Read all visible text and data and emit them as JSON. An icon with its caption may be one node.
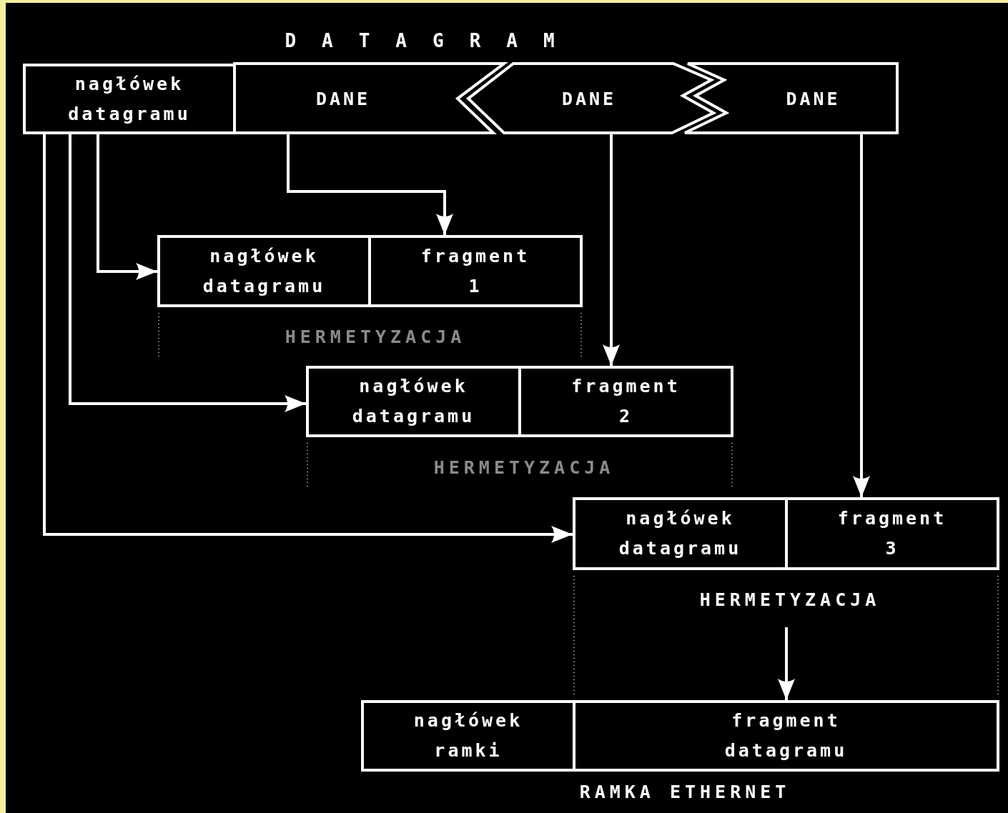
{
  "diagram": {
    "title": "DATAGRAM",
    "nodes": [
      {
        "text": [
          "nagłówek datagramu"
        ]
      },
      {
        "text": [
          "DANE"
        ]
      },
      {
        "text": [
          "DANE"
        ]
      },
      {
        "text": [
          "DANE"
        ]
      },
      {
        "text": [
          "nagłówek datagramu"
        ]
      },
      {
        "text": [
          "fragment 1"
        ]
      },
      {
        "text": [
          "nagłówek datagramu"
        ]
      },
      {
        "text": [
          "fragment 2"
        ]
      },
      {
        "text": [
          "nagłówek datagramu"
        ]
      },
      {
        "text": [
          "fragment 3"
        ]
      },
      {
        "text": [
          "nagłówek ramki"
        ]
      },
      {
        "text": [
          "fragment datagramu"
        ]
      }
    ],
    "edges": [
      {
        "from": 0,
        "to": 4,
        "arrow": "to"
      },
      {
        "from": 0,
        "to": 6,
        "arrow": "to"
      },
      {
        "from": 0,
        "to": 8,
        "arrow": "to"
      },
      {
        "from": 1,
        "to": 5,
        "arrow": "to"
      },
      {
        "from": 2,
        "to": 7,
        "arrow": "to"
      },
      {
        "from": 3,
        "to": 9,
        "arrow": "to"
      },
      {
        "from": null,
        "to": 11,
        "arrow": "to"
      }
    ],
    "labels": [
      "HERMETYZACJA",
      "HERMETYZACJA",
      "HERMETYZACJA",
      "RAMKA ETHERNET"
    ]
  }
}
